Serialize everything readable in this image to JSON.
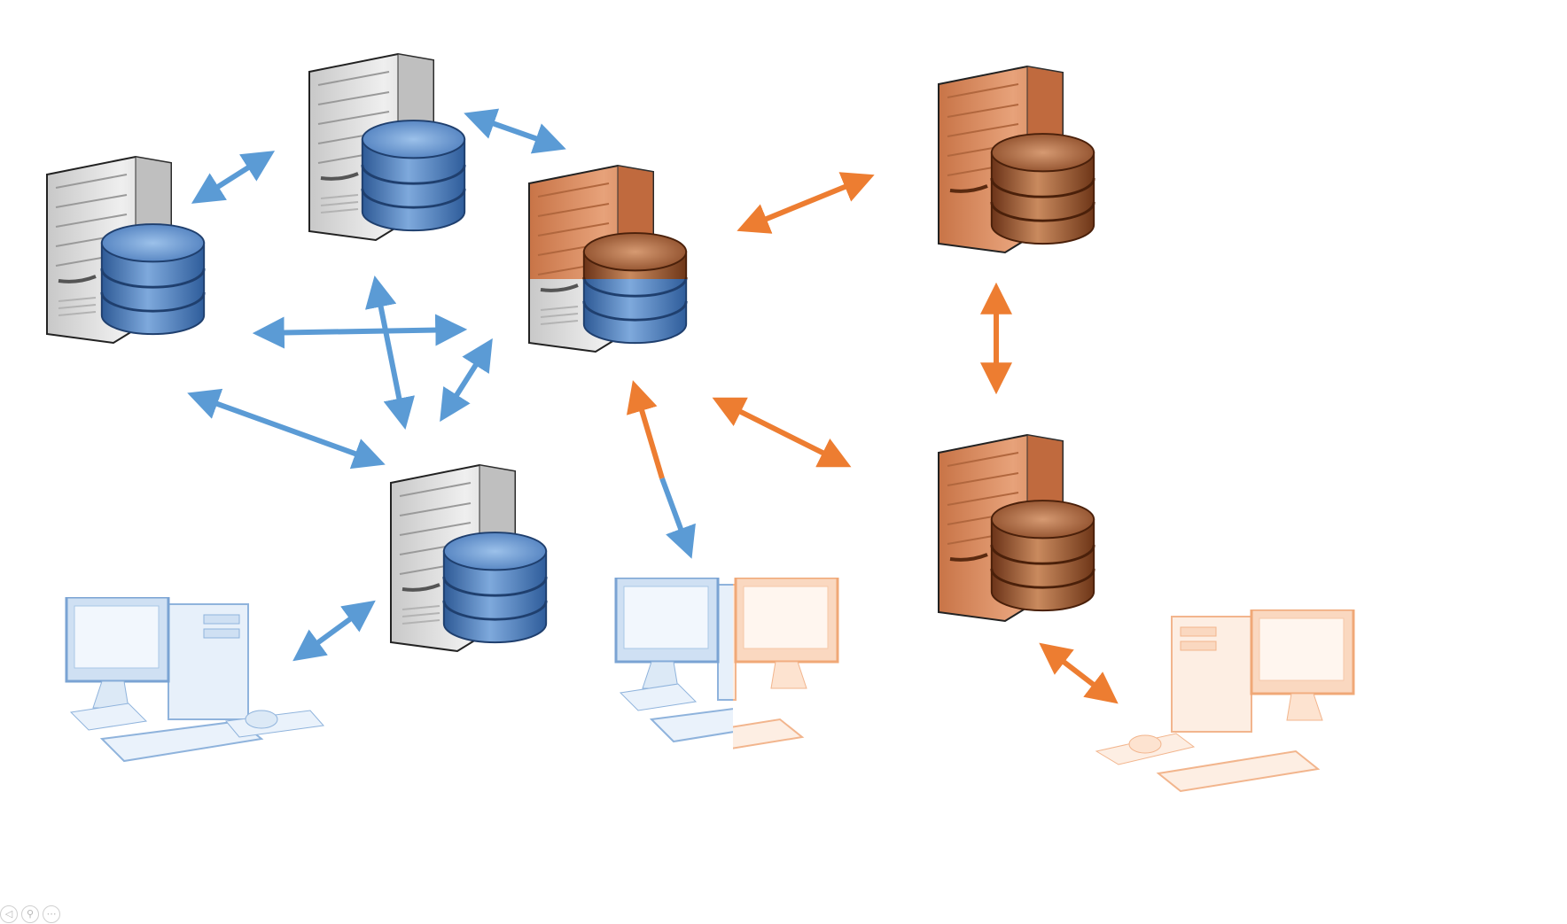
{
  "colors": {
    "blue": "#5b9bd5",
    "orange": "#ed7d31",
    "server_gray": "#d9d9d9",
    "server_orange": "#d9895a",
    "db_blue": "#4f7fbf",
    "db_brown": "#9a5a35",
    "pc_blue": "#a9c7e6",
    "pc_orange": "#f6c8a8"
  },
  "nodes": [
    {
      "id": "server-top-left",
      "kind": "db-server",
      "theme": "blue"
    },
    {
      "id": "server-top-center",
      "kind": "db-server",
      "theme": "blue"
    },
    {
      "id": "server-middle-bottom",
      "kind": "db-server",
      "theme": "blue"
    },
    {
      "id": "server-center-hybrid",
      "kind": "db-server",
      "theme": "hybrid"
    },
    {
      "id": "server-right-top",
      "kind": "db-server",
      "theme": "orange"
    },
    {
      "id": "server-right-bottom",
      "kind": "db-server",
      "theme": "orange"
    },
    {
      "id": "pc-left",
      "kind": "workstation",
      "theme": "blue"
    },
    {
      "id": "pc-center",
      "kind": "workstation",
      "theme": "hybrid"
    },
    {
      "id": "pc-right",
      "kind": "workstation",
      "theme": "orange"
    }
  ],
  "connections": [
    {
      "from": "server-top-left",
      "to": "server-top-center",
      "color": "blue"
    },
    {
      "from": "server-top-center",
      "to": "server-center-hybrid",
      "color": "blue"
    },
    {
      "from": "server-top-left",
      "to": "server-center-hybrid",
      "color": "blue"
    },
    {
      "from": "server-top-left",
      "to": "server-middle-bottom",
      "color": "blue"
    },
    {
      "from": "server-top-center",
      "to": "server-middle-bottom",
      "color": "blue"
    },
    {
      "from": "server-middle-bottom",
      "to": "server-center-hybrid",
      "color": "blue"
    },
    {
      "from": "server-middle-bottom",
      "to": "pc-left",
      "color": "blue"
    },
    {
      "from": "server-center-hybrid",
      "to": "pc-center",
      "color": "gradient"
    },
    {
      "from": "server-center-hybrid",
      "to": "server-right-top",
      "color": "orange"
    },
    {
      "from": "server-center-hybrid",
      "to": "server-right-bottom",
      "color": "orange"
    },
    {
      "from": "server-right-top",
      "to": "server-right-bottom",
      "color": "orange"
    },
    {
      "from": "server-right-bottom",
      "to": "pc-right",
      "color": "orange"
    }
  ],
  "player_controls": [
    {
      "name": "prev-icon",
      "glyph": "◁"
    },
    {
      "name": "zoom-icon",
      "glyph": "⚲"
    },
    {
      "name": "more-icon",
      "glyph": "⋯"
    }
  ]
}
